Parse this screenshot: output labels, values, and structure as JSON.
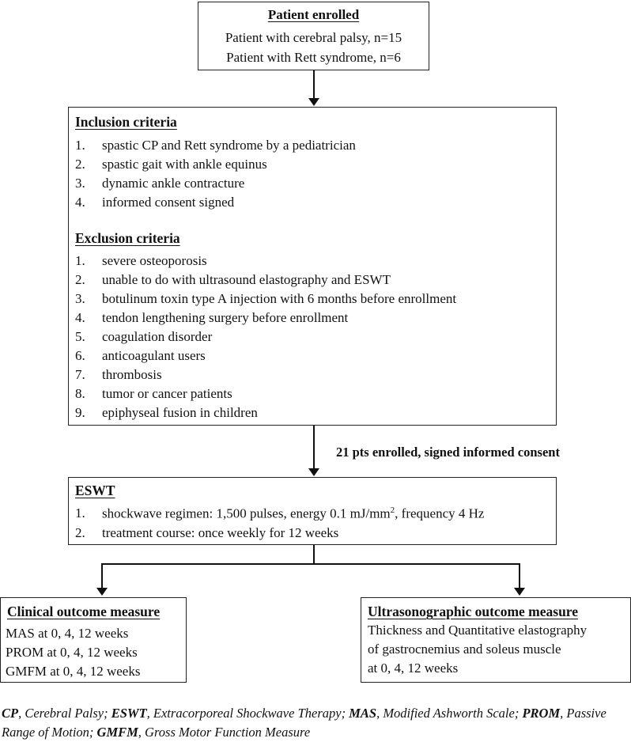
{
  "enrolled": {
    "title": "Patient enrolled",
    "lines": [
      "Patient with cerebral palsy, n=15",
      "Patient with Rett syndrome, n=6"
    ]
  },
  "inclusion": {
    "title": "Inclusion criteria",
    "items": [
      {
        "num": "1.",
        "text": "spastic CP and Rett syndrome by a pediatrician"
      },
      {
        "num": "2.",
        "text": "spastic gait with ankle equinus"
      },
      {
        "num": "3.",
        "text": "dynamic ankle contracture"
      },
      {
        "num": "4.",
        "text": "informed consent signed"
      }
    ]
  },
  "exclusion": {
    "title": "Exclusion criteria",
    "items": [
      {
        "num": "1.",
        "text": "severe osteoporosis"
      },
      {
        "num": "2.",
        "text": "unable to do with ultrasound elastography and ESWT"
      },
      {
        "num": "3.",
        "text": "botulinum toxin type A injection with 6 months before enrollment"
      },
      {
        "num": "4.",
        "text": "tendon lengthening surgery before enrollment"
      },
      {
        "num": "5.",
        "text": "coagulation disorder"
      },
      {
        "num": "6.",
        "text": "anticoagulant users"
      },
      {
        "num": "7.",
        "text": "thrombosis"
      },
      {
        "num": "8.",
        "text": "tumor or cancer patients"
      },
      {
        "num": "9.",
        "text": "epiphyseal fusion in children"
      }
    ]
  },
  "arrow_label": "21 pts enrolled, signed informed consent",
  "eswt": {
    "title": "ESWT",
    "item1": {
      "num": "1.",
      "pre": "shockwave regimen: 1,500 pulses, energy 0.1 mJ/mm",
      "sup": "2",
      "post": ", frequency 4 Hz"
    },
    "item2": {
      "num": "2.",
      "text": "treatment course: once weekly for 12 weeks"
    }
  },
  "clinical": {
    "title": "Clinical outcome measure",
    "lines": [
      "MAS at 0, 4, 12 weeks",
      "PROM at 0, 4, 12 weeks",
      "GMFM at 0, 4, 12 weeks"
    ]
  },
  "ultrasonographic": {
    "title": "Ultrasonographic outcome measure",
    "lines": [
      "Thickness and Quantitative elastography",
      "of gastrocnemius and soleus muscle",
      "at 0, 4, 12 weeks"
    ]
  },
  "footnote": {
    "parts": [
      {
        "abbr": "CP",
        "def": ", Cerebral Palsy; "
      },
      {
        "abbr": "ESWT",
        "def": ", Extracorporeal Shockwave Therapy; "
      },
      {
        "abbr": "MAS",
        "def": ", Modified Ashworth Scale; "
      },
      {
        "abbr": "PROM",
        "def": ", Passive Range of Motion; "
      },
      {
        "abbr": "GMFM",
        "def": ", Gross Motor Function Measure"
      }
    ]
  }
}
